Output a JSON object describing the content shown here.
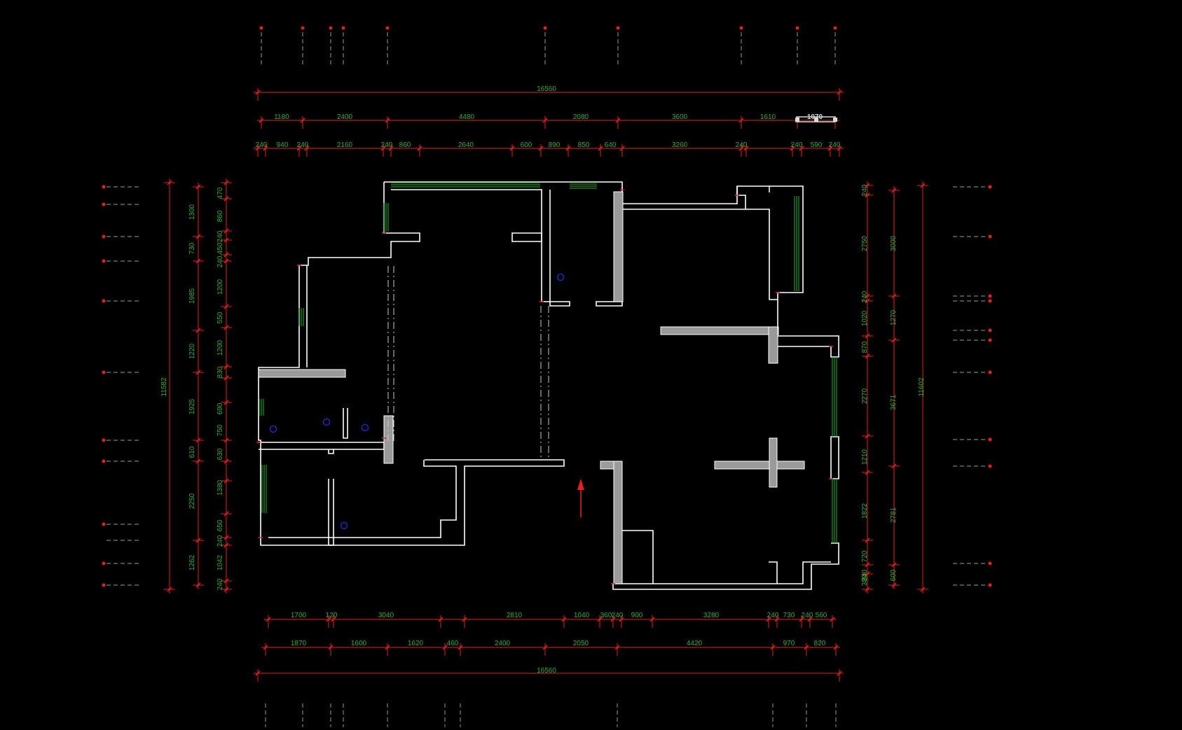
{
  "colors": {
    "background": "#000000",
    "dimension_line": "#e8201c",
    "dimension_text": "#2fae3a",
    "wall": "#ffffff",
    "wall_fill": "#9a9a9a",
    "window": "#22b82a",
    "fixture": "#1f2fd8",
    "selection_grip": "#d9d9d9"
  },
  "dimensions": {
    "top_overall": "16560",
    "top_row1": [
      "1180",
      "2400",
      "4480",
      "2080",
      "3600",
      "1610",
      "1070"
    ],
    "top_row2": [
      "240",
      "940",
      "240",
      "2160",
      "240",
      "860",
      "2640",
      "600",
      "890",
      "850",
      "640",
      "3260",
      "240",
      "240",
      "590",
      "240"
    ],
    "bottom_row1": [
      "1700",
      "120",
      "3040",
      "2810",
      "1040",
      "360",
      "240",
      "900",
      "3280",
      "240",
      "730",
      "240",
      "560"
    ],
    "bottom_row2": [
      "1870",
      "1600",
      "1620",
      "460",
      "2400",
      "2050",
      "4420",
      "970",
      "820"
    ],
    "bottom_overall": "16560",
    "left_overall": "11582",
    "left_row1": [
      "1300",
      "730",
      "1985",
      "1220",
      "1925",
      "610",
      "2250",
      "1262"
    ],
    "left_row2": [
      "470",
      "860",
      "240",
      "450",
      "240",
      "1200",
      "550",
      "1200",
      "830",
      "690",
      "750",
      "630",
      "1380",
      "650",
      "240",
      "1042",
      "240"
    ],
    "right_overall": "11602",
    "right_row1": [
      "3000",
      "1270",
      "3671",
      "2781",
      "600"
    ],
    "right_row2": [
      "240",
      "2750",
      "240",
      "1020",
      "870",
      "2270",
      "1210",
      "1822",
      "720",
      "240",
      "380"
    ]
  },
  "selected_label": "1070",
  "icons": {
    "entry_arrow": "north-arrow-icon",
    "fixture": "circle-fixture-icon"
  }
}
